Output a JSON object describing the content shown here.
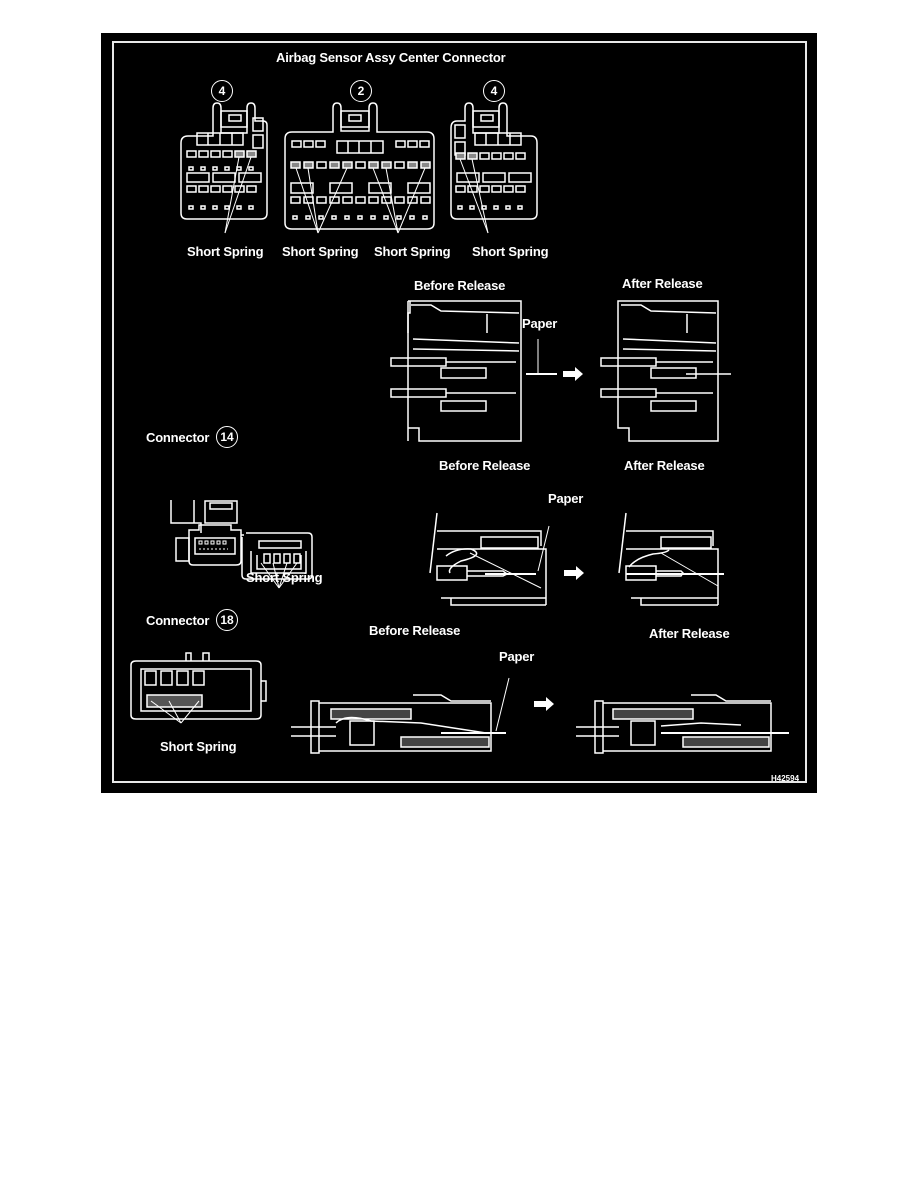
{
  "figure": {
    "title": "Airbag Sensor Assy Center Connector",
    "figure_code": "H42594",
    "colors": {
      "background": "#000000",
      "line": "#ffffff",
      "page": "#ffffff"
    }
  },
  "top_section": {
    "connectors": [
      {
        "number": "4",
        "callout": "Short Spring"
      },
      {
        "number": "2",
        "callout_left": "Short Spring",
        "callout_right": "Short Spring"
      },
      {
        "number": "4",
        "callout": "Short Spring"
      }
    ],
    "release": {
      "before": "Before Release",
      "after": "After Release",
      "paper": "Paper"
    }
  },
  "connector_14": {
    "label": "Connector",
    "number": "14",
    "callout": "Short Spring",
    "release": {
      "before": "Before Release",
      "after": "After Release",
      "paper": "Paper"
    }
  },
  "connector_18": {
    "label": "Connector",
    "number": "18",
    "callout": "Short Spring",
    "release": {
      "before": "Before Release",
      "after": "After Release",
      "paper": "Paper"
    }
  }
}
